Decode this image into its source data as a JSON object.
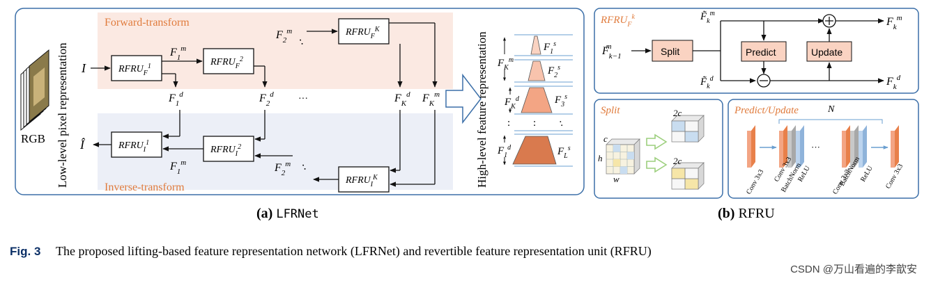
{
  "colors": {
    "panel_border": "#3b6fa8",
    "forward_bg": "#fbe9e2",
    "inverse_bg": "#eceff7",
    "orange_text": "#e07b3c",
    "box_fill": "#fad3c2",
    "trap_dark": "#d97a4e",
    "trap_mid": "#f3a584",
    "trap_light": "#f8c3ad",
    "arrow_green": "#9ccf7d",
    "blue_layer": "#a9c8e8",
    "gray_layer": "#b9b9b9"
  },
  "panel_a": {
    "caption_prefix": "(a)",
    "caption_name": "LFRNet",
    "rgb_label": "RGB",
    "low_level_label": "Low-level pixel  representation",
    "high_level_label": "High-level feature representation",
    "forward_label": "Forward-transform",
    "inverse_label": "Inverse-transform",
    "input_symbol": "I",
    "output_symbol": "Î",
    "rfru_name": "RFRU",
    "ellipsis": "···",
    "dots": ":"
  },
  "panel_b": {
    "caption_prefix": "(b)",
    "caption_name": "RFRU",
    "title_main": "RFRU",
    "split_label": "Split",
    "predict_label": "Predict",
    "update_label": "Update",
    "plus_sign": "+",
    "minus_sign": "−",
    "split_panel_title": "Split",
    "predict_update_title": "Predict/Update",
    "dim_c": "c",
    "dim_h": "h",
    "dim_w": "w",
    "dim_2c": "2c",
    "n_label": "N",
    "conv_label": "Conv 3x3",
    "batchnorm_label": "BatchNorm",
    "relu_label": "ReLU",
    "ellipsis": "···"
  },
  "figure": {
    "fig_label": "Fig. 3",
    "caption": "The proposed lifting-based feature representation network (LFRNet) and revertible feature representation unit (RFRU)"
  },
  "watermark": "CSDN @万山看遍的李歆安"
}
